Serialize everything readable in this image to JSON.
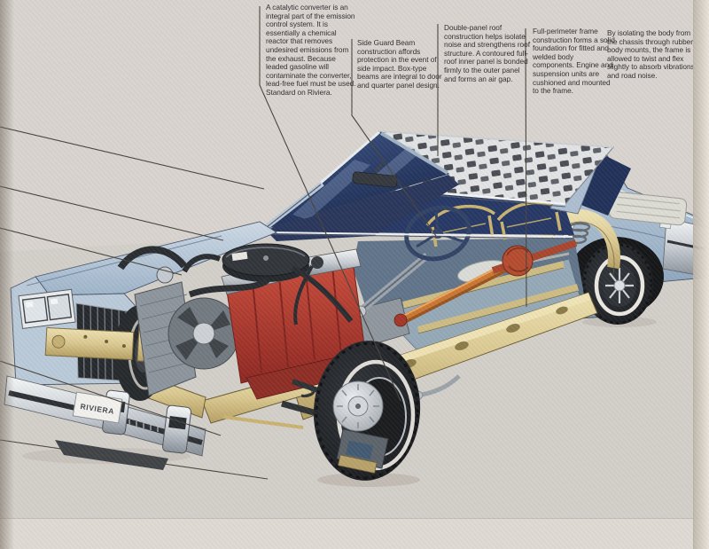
{
  "page": {
    "kind": "vintage car brochure cutaway page",
    "subject": "Buick Riviera phantom cutaway illustration"
  },
  "annotations": [
    {
      "id": "catalytic-converter",
      "text": "A catalytic converter is an integral part of the emission control system. It is essentially a chemical reactor that removes undesired emissions from the exhaust. Because leaded gasoline will contaminate the converter, lead-free fuel must be used. Standard on Riviera."
    },
    {
      "id": "side-guard-beam",
      "text": "Side Guard Beam construction affords protection in the event of side impact. Box-type beams are integral to door and quarter panel design."
    },
    {
      "id": "double-panel-roof",
      "text": "Double-panel roof construction helps isolate noise and strengthens roof structure. A contoured full-roof inner panel is bonded firmly to the outer panel and forms an air gap."
    },
    {
      "id": "full-perimeter-frame",
      "text": "Full-perimeter frame construction forms a solid foundation for fitted and welded body components. Engine and suspension units are cushioned and mounted to the frame."
    },
    {
      "id": "body-isolation",
      "text": "By isolating the body from the chassis through rubber body mounts, the frame is allowed to twist and flex slightly to absorb vibrations and road noise."
    }
  ],
  "illustration": {
    "plate_text": "RIVIERA",
    "colors": {
      "paper": "#d8d3ce",
      "body_blue": "#aec2d5",
      "glass_navy": "#223562",
      "frame_tan": "#d9c78e",
      "engine_red": "#b5322b",
      "driveshaft_orange": "#c9752f",
      "chrome": "#e9ebed",
      "tire": "#1d2024",
      "leader_line": "#45423c"
    }
  }
}
